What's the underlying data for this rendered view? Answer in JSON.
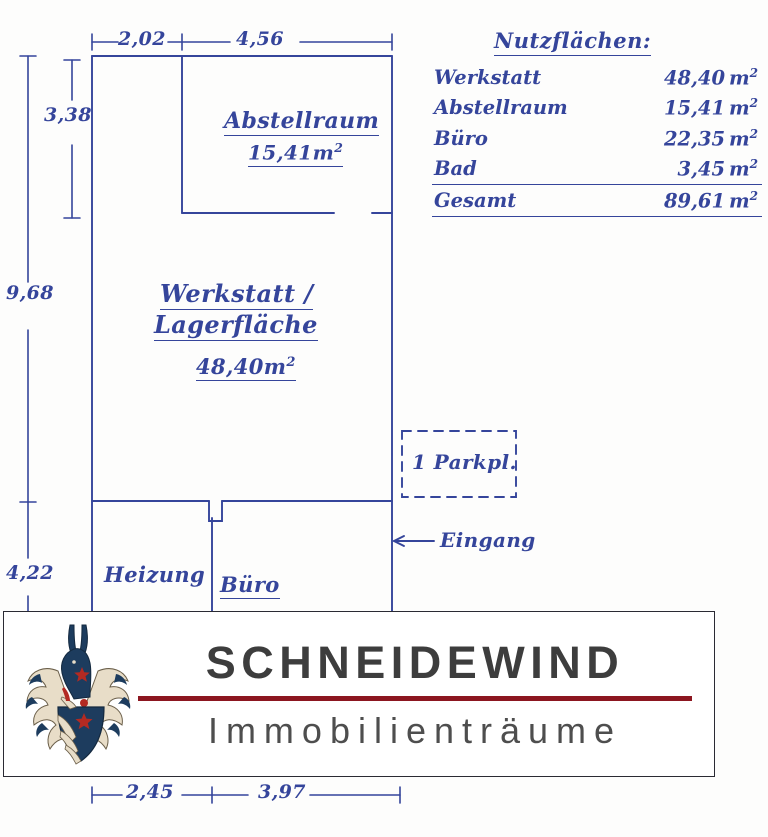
{
  "document": {
    "type": "floor-plan",
    "ink_color": "#35459b",
    "paper_color": "#fdfdfc"
  },
  "legend": {
    "title": "Nutzflächen:",
    "unit": "m",
    "unit_exponent": "2",
    "rows": [
      {
        "name": "Werkstatt",
        "value": "48,40",
        "unit": "m",
        "sup": "2"
      },
      {
        "name": "Abstellraum",
        "value": "15,41",
        "unit": "m",
        "sup": "2"
      },
      {
        "name": "Büro",
        "value": "22,35",
        "unit": "m",
        "sup": "2"
      },
      {
        "name": "Bad",
        "value": "3,45",
        "unit": "m",
        "sup": "2"
      }
    ],
    "total": {
      "name": "Gesamt",
      "value": "89,61",
      "unit": "m",
      "sup": "2"
    }
  },
  "rooms": {
    "abstellraum": {
      "label": "Abstellraum",
      "area": "15,41",
      "unit": "m",
      "sup": "2"
    },
    "werkstatt_l1": {
      "label": "Werkstatt /"
    },
    "werkstatt_l2": {
      "label": "Lagerfläche"
    },
    "werkstatt_area": {
      "area": "48,40",
      "unit": "m",
      "sup": "2"
    },
    "heizung": {
      "label": "Heizung"
    },
    "buero": {
      "label": "Büro"
    }
  },
  "annotations": {
    "parking": "1 Parkpl.",
    "entrance": "Eingang"
  },
  "dimensions": {
    "top_left": "2,02",
    "top_right": "4,56",
    "left_upper": "3,38",
    "left_total": "9,68",
    "left_lower": "4,22",
    "bottom_left": "2,45",
    "bottom_right": "3,97"
  },
  "logo": {
    "name": "SCHNEIDEWIND",
    "tagline": "Immobilienträume",
    "rule_color": "#8c1620",
    "name_color": "#3d3d3d",
    "tagline_color": "#4e4e4e",
    "crest_blue": "#1d3c5e",
    "crest_cream": "#e8ddc8",
    "crest_red": "#b32a22"
  }
}
